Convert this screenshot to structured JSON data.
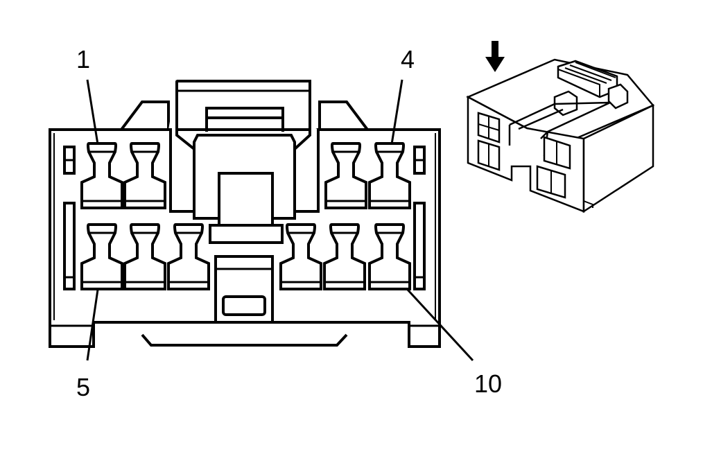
{
  "pin_labels": {
    "pin_1": "1",
    "pin_4": "4",
    "pin_5": "5",
    "pin_10": "10"
  },
  "view_arrow_icon": "arrow-down-icon",
  "colors": {
    "line": "#000000",
    "background": "#ffffff"
  }
}
